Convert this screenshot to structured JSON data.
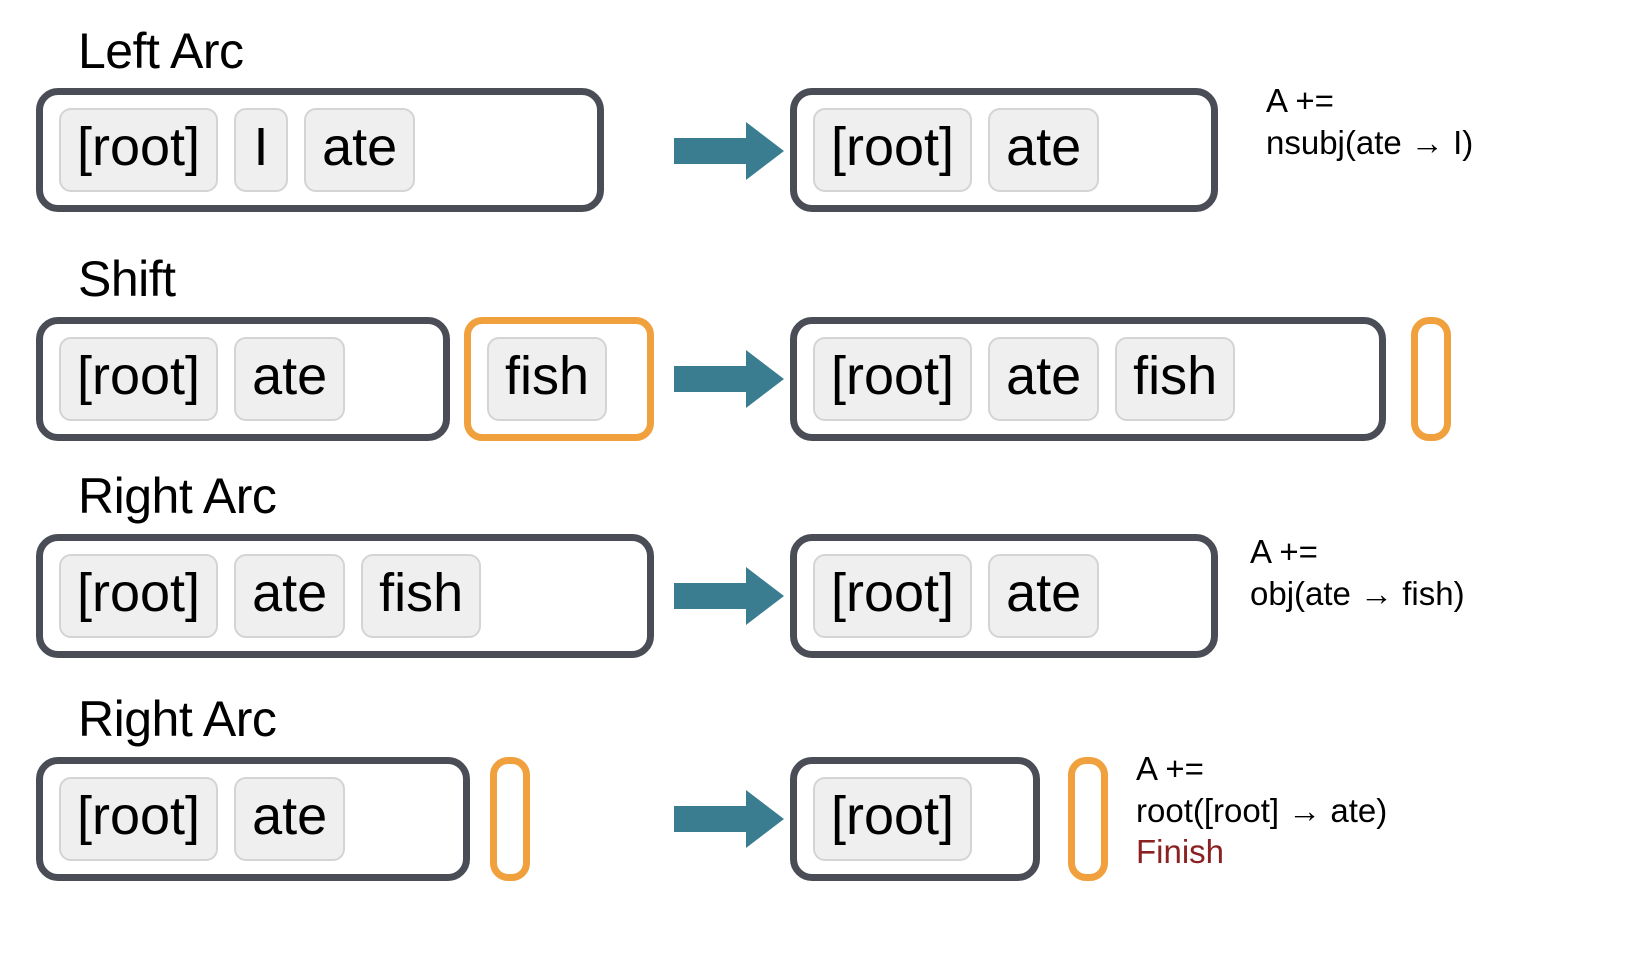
{
  "figure": {
    "title": "Arc-standard transition-based dependency parsing trace",
    "accent_colors": {
      "arrow_teal": "#3a7d90",
      "buffer_orange": "#f0a03c",
      "container_gray": "#4a4d55",
      "chip_fill": "#efefef",
      "chip_border": "#d4d4d4",
      "finish_red": "#8a2222"
    }
  },
  "rows": [
    {
      "id": "row-left-arc",
      "operation": "Left Arc",
      "before": {
        "stack": [
          "[root]",
          "I",
          "ate"
        ],
        "buffer": []
      },
      "arrow_icon": "right-arrow-icon",
      "after": {
        "stack": [
          "[root]",
          "ate"
        ],
        "buffer": []
      },
      "annotation": {
        "line1": "A +=",
        "line2": "nsubj(ate → I)",
        "finish": ""
      }
    },
    {
      "id": "row-shift",
      "operation": "Shift",
      "before": {
        "stack": [
          "[root]",
          "ate"
        ],
        "buffer": [
          "fish"
        ]
      },
      "arrow_icon": "right-arrow-icon",
      "after": {
        "stack": [
          "[root]",
          "ate",
          "fish"
        ],
        "buffer": []
      },
      "annotation": {
        "line1": "",
        "line2": "",
        "finish": ""
      }
    },
    {
      "id": "row-right-arc-1",
      "operation": "Right Arc",
      "before": {
        "stack": [
          "[root]",
          "ate",
          "fish"
        ],
        "buffer": []
      },
      "arrow_icon": "right-arrow-icon",
      "after": {
        "stack": [
          "[root]",
          "ate"
        ],
        "buffer": []
      },
      "annotation": {
        "line1": "A +=",
        "line2": "obj(ate → fish)",
        "finish": ""
      }
    },
    {
      "id": "row-right-arc-2",
      "operation": "Right Arc",
      "before": {
        "stack": [
          "[root]",
          "ate"
        ],
        "buffer": []
      },
      "arrow_icon": "right-arrow-icon",
      "after": {
        "stack": [
          "[root]"
        ],
        "buffer": []
      },
      "annotation": {
        "line1": "A +=",
        "line2": "root([root] → ate)",
        "finish": "Finish"
      }
    }
  ]
}
